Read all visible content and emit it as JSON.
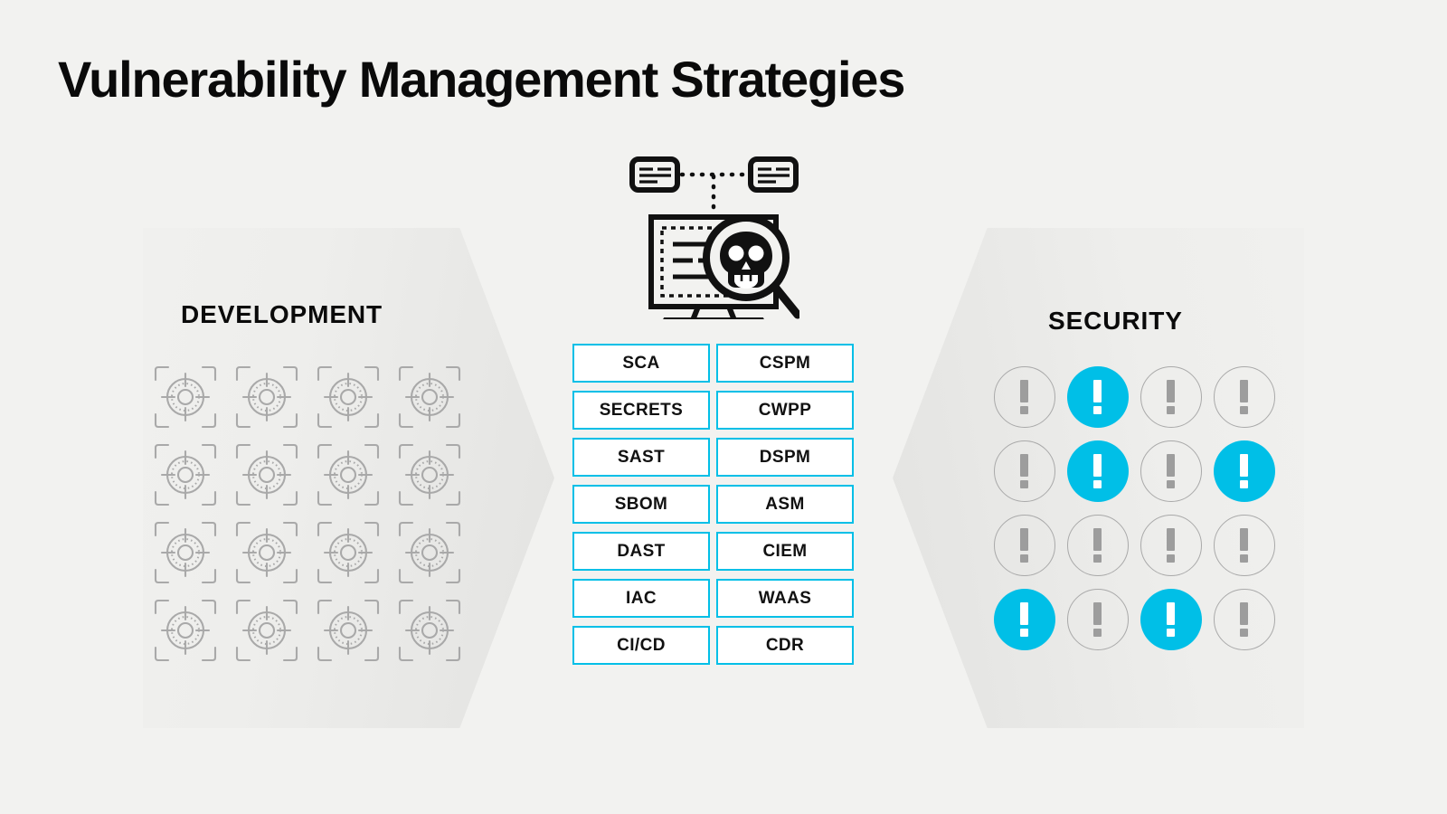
{
  "page": {
    "title": "Vulnerability Management Strategies",
    "background_color": "#f2f2f0",
    "accent_color": "#00bfe7",
    "muted_color": "#a9a9a9",
    "text_color": "#0a0a0a"
  },
  "left_section": {
    "heading": "DEVELOPMENT",
    "icon_name": "target-crosshair-icon",
    "icon_count": 16,
    "grid": {
      "columns": 4,
      "rows": 4
    }
  },
  "right_section": {
    "heading": "SECURITY",
    "icon_name": "exclamation-warning-icon",
    "icon_count": 16,
    "grid": {
      "columns": 4,
      "rows": 4
    },
    "warning_states": [
      [
        "outline",
        "filled",
        "outline",
        "outline"
      ],
      [
        "outline",
        "filled",
        "outline",
        "filled"
      ],
      [
        "outline",
        "outline",
        "outline",
        "outline"
      ],
      [
        "filled",
        "outline",
        "filled",
        "outline"
      ]
    ]
  },
  "hero": {
    "icon_name": "monitor-skull-magnifier-icon",
    "description": "Computer monitor being scanned by a magnifying glass containing a skull, with two document cards linked by dotted lines above"
  },
  "badges": {
    "left_column": [
      {
        "label": "SCA"
      },
      {
        "label": "SECRETS"
      },
      {
        "label": "SAST"
      },
      {
        "label": "SBOM"
      },
      {
        "label": "DAST"
      },
      {
        "label": "IAC"
      },
      {
        "label": "CI/CD"
      }
    ],
    "right_column": [
      {
        "label": "CSPM"
      },
      {
        "label": "CWPP"
      },
      {
        "label": "DSPM"
      },
      {
        "label": "ASM"
      },
      {
        "label": "CIEM"
      },
      {
        "label": "WAAS"
      },
      {
        "label": "CDR"
      }
    ]
  }
}
